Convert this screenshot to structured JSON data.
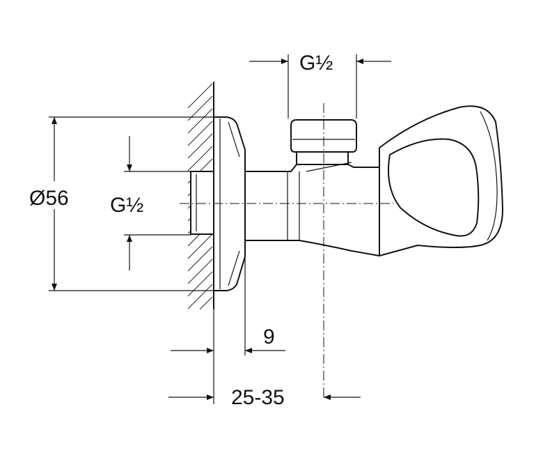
{
  "labels": {
    "top_thread": "G½",
    "side_thread": "G½",
    "diameter": "Ø56",
    "depth_small": "9",
    "depth_range": "25-35"
  }
}
